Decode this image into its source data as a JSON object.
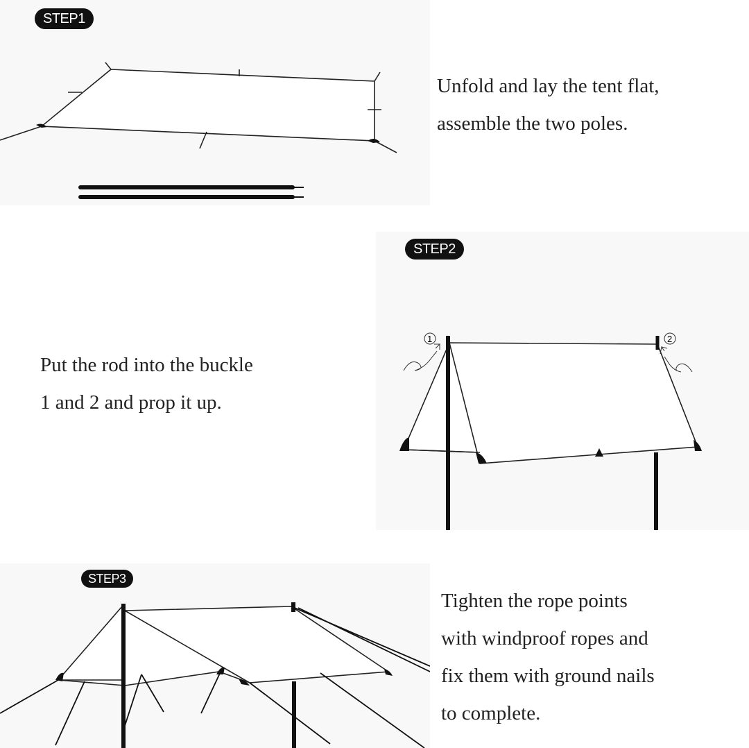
{
  "steps": [
    {
      "badge": "STEP1",
      "caption_lines": [
        "Unfold and lay the tent flat,",
        "assemble the two poles."
      ]
    },
    {
      "badge": "STEP2",
      "caption_lines": [
        "Put the rod into the buckle",
        "1 and 2 and prop it up."
      ],
      "markers": [
        "1",
        "2"
      ]
    },
    {
      "badge": "STEP3",
      "caption_lines": [
        "Tighten the rope points",
        "with windproof ropes and",
        "fix them with ground nails",
        "to complete."
      ]
    }
  ]
}
